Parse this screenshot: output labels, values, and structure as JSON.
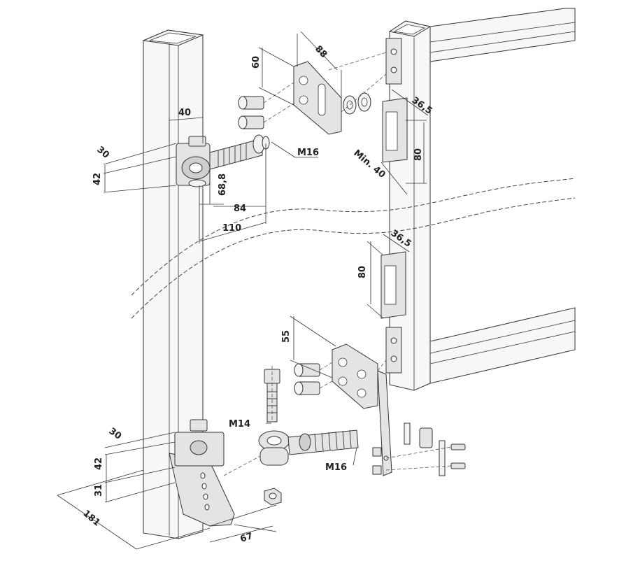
{
  "diagram": {
    "dimensions": {
      "top_plate_height": "60",
      "top_plate_width": "88",
      "top_hinge_offset": "40",
      "top_left_30": "30",
      "top_left_42": "42",
      "top_68_8": "68,8",
      "top_84": "84",
      "top_110": "110",
      "gate_top_36_5": "36,5",
      "gate_top_80": "80",
      "gate_min_40": "Min. 40",
      "gate_bottom_36_5": "36,5",
      "gate_bottom_80": "80",
      "bottom_plate_55": "55",
      "bottom_left_30": "30",
      "bottom_left_42": "42",
      "bottom_left_31": "31",
      "bottom_181": "181",
      "bottom_67": "67"
    },
    "callouts": {
      "top_bolt": "M16",
      "bottom_vertical_bolt": "M14",
      "bottom_horizontal_bolt": "M16"
    }
  }
}
